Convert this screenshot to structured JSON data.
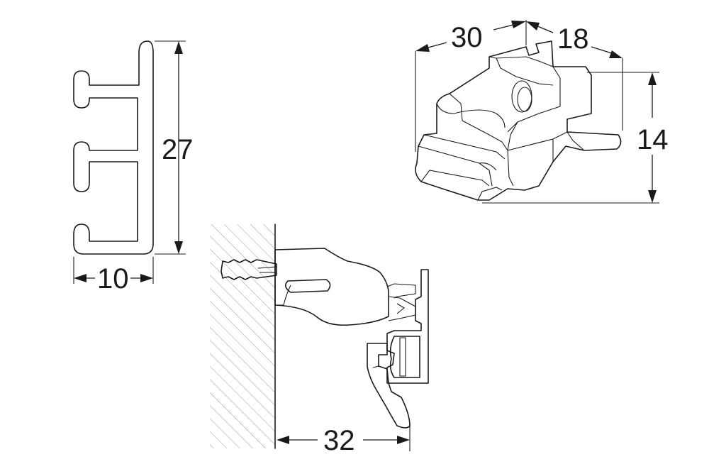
{
  "dimensions": {
    "profile_height": "27",
    "profile_width": "10",
    "clip_length": "30",
    "clip_width": "18",
    "clip_height": "14",
    "wall_projection": "32"
  }
}
